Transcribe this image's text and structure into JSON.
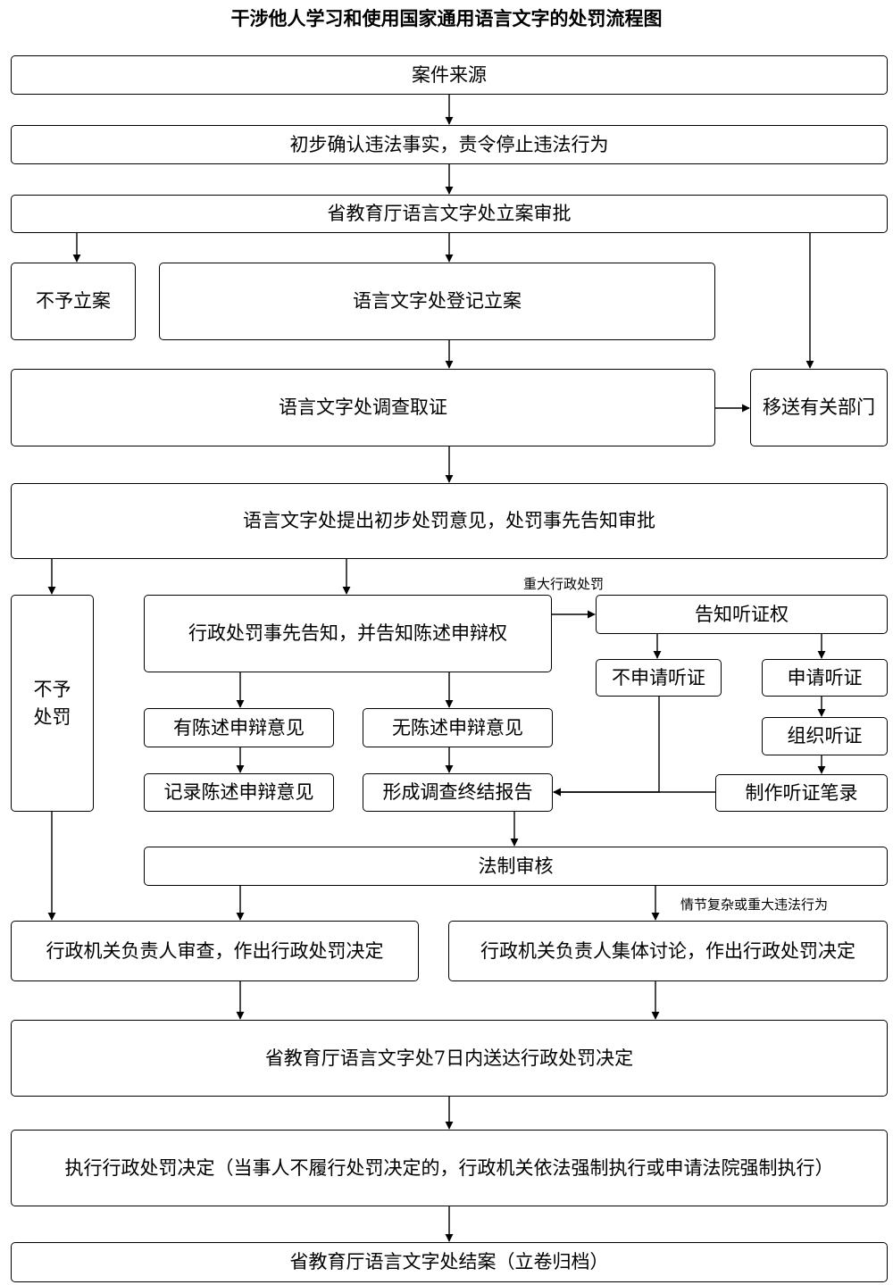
{
  "title": "干涉他人学习和使用国家通用语言文字的处罚流程图",
  "nodes": {
    "case_source": "案件来源",
    "initial_confirm": "初步确认违法事实，责令停止违法行为",
    "filing_approval": "省教育厅语言文字处立案审批",
    "no_filing": "不予立案",
    "register_filing": "语言文字处登记立案",
    "investigate": "语言文字处调查取证",
    "transfer": "移送有关部门",
    "preliminary_opinion": "语言文字处提出初步处罚意见，处罚事先告知审批",
    "no_penalty": "不予处罚",
    "prior_notice": "行政处罚事先告知，并告知陈述申辩权",
    "hearing_right": "告知听证权",
    "no_hearing": "不申请听证",
    "apply_hearing": "申请听证",
    "organize_hearing": "组织听证",
    "hearing_record": "制作听证笔录",
    "has_statement": "有陈述申辩意见",
    "no_statement": "无陈述申辩意见",
    "record_statement": "记录陈述申辩意见",
    "final_report": "形成调查终结报告",
    "legal_review": "法制审核",
    "head_decision": "行政机关负责人审查，作出行政处罚决定",
    "collective_decision": "行政机关负责人集体讨论，作出行政处罚决定",
    "deliver_decision": "省教育厅语言文字处7日内送达行政处罚决定",
    "execute_decision": "执行行政处罚决定（当事人不履行处罚决定的，行政机关依法强制执行或申请法院强制执行）",
    "close_case": "省教育厅语言文字处结案（立卷归档）"
  },
  "notes": {
    "major_penalty": "重大行政处罚",
    "complex_case": "情节复杂或重大违法行为"
  }
}
